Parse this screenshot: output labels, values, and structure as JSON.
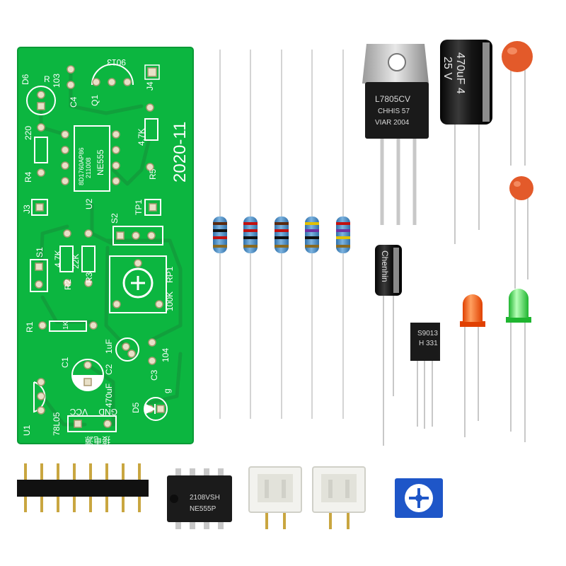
{
  "pcb": {
    "board_text": "2020-11",
    "labels": {
      "d6": "D6",
      "r": "R",
      "r103": "103",
      "c4": "C4",
      "t9013": "9013",
      "q1": "Q1",
      "j4": "J4",
      "r220": "220",
      "r47k_top": "4.7K",
      "r5": "R5",
      "r4": "R4",
      "u2": "U2",
      "chip_a": "8D1760AP86",
      "chip_b": "211008",
      "ne555": "NE555",
      "j3": "J3",
      "tp1": "TP1",
      "s2": "S2",
      "s1": "S1",
      "r47k": "4.7K",
      "r22k": "22K",
      "r2": "R2",
      "r3": "R3",
      "rp1": "RP1",
      "k100": "100K",
      "r1": "R1",
      "r1k": "1K",
      "c1": "C1",
      "uf1": "1uF",
      "c2": "C2",
      "uf470": "470uF",
      "c3": "C3",
      "c104": "104",
      "u1": "U1",
      "l78l05": "78L05",
      "vcc": "VCC",
      "gnd": "GND",
      "d5": "D5",
      "g": "g",
      "zh": "接电源"
    }
  },
  "regulator": {
    "line1": "L7805CV",
    "line2": "CHHIS 57",
    "line3": "VIAR 2004"
  },
  "electrolytic_large": {
    "line1": "470uF 4",
    "line2": "25 V"
  },
  "electrolytic_small": {
    "brand": "Chenhin"
  },
  "transistor": {
    "line1": "S9013",
    "line2": "H 331"
  },
  "ic": {
    "line1": "2108VSH",
    "line2": "NE555P"
  },
  "colors": {
    "pcb_green": "#0cb640",
    "pcb_trace": "#119e3c",
    "resistor_body": "#4f8fc6",
    "led_red": "#ff5a10",
    "led_green": "#39d84a",
    "ceramic_cap": "#e35a2a",
    "pot_blue": "#1e56c8",
    "connector_white": "#f2f2ee"
  }
}
